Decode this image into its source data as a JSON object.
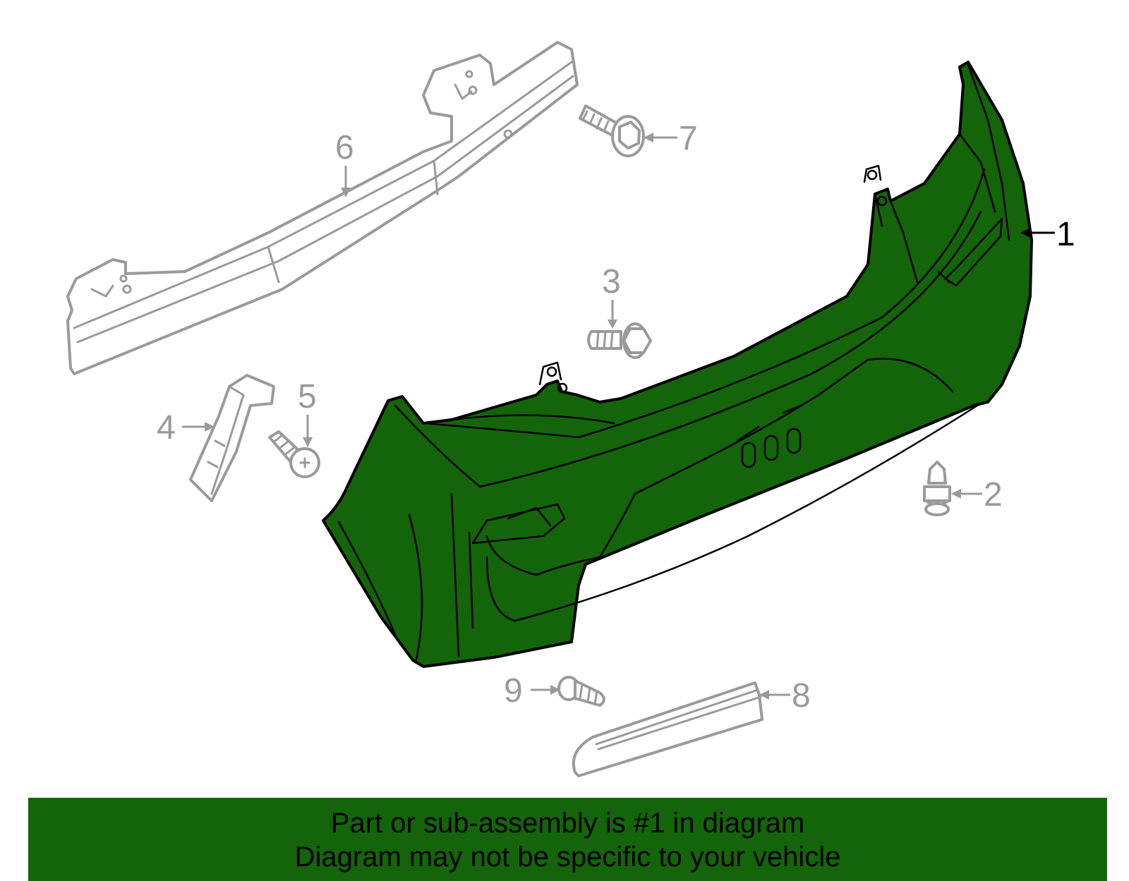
{
  "callouts": {
    "c1": "1",
    "c2": "2",
    "c3": "3",
    "c4": "4",
    "c5": "5",
    "c6": "6",
    "c7": "7",
    "c8": "8",
    "c9": "9"
  },
  "highlighted_part": "1",
  "colors": {
    "highlight": "#14640a",
    "ghost": "#9a9a9a",
    "outline": "#000000"
  },
  "banner": {
    "line1": "Part or sub-assembly is #1 in diagram",
    "line2": "Diagram may not be specific to your vehicle"
  }
}
